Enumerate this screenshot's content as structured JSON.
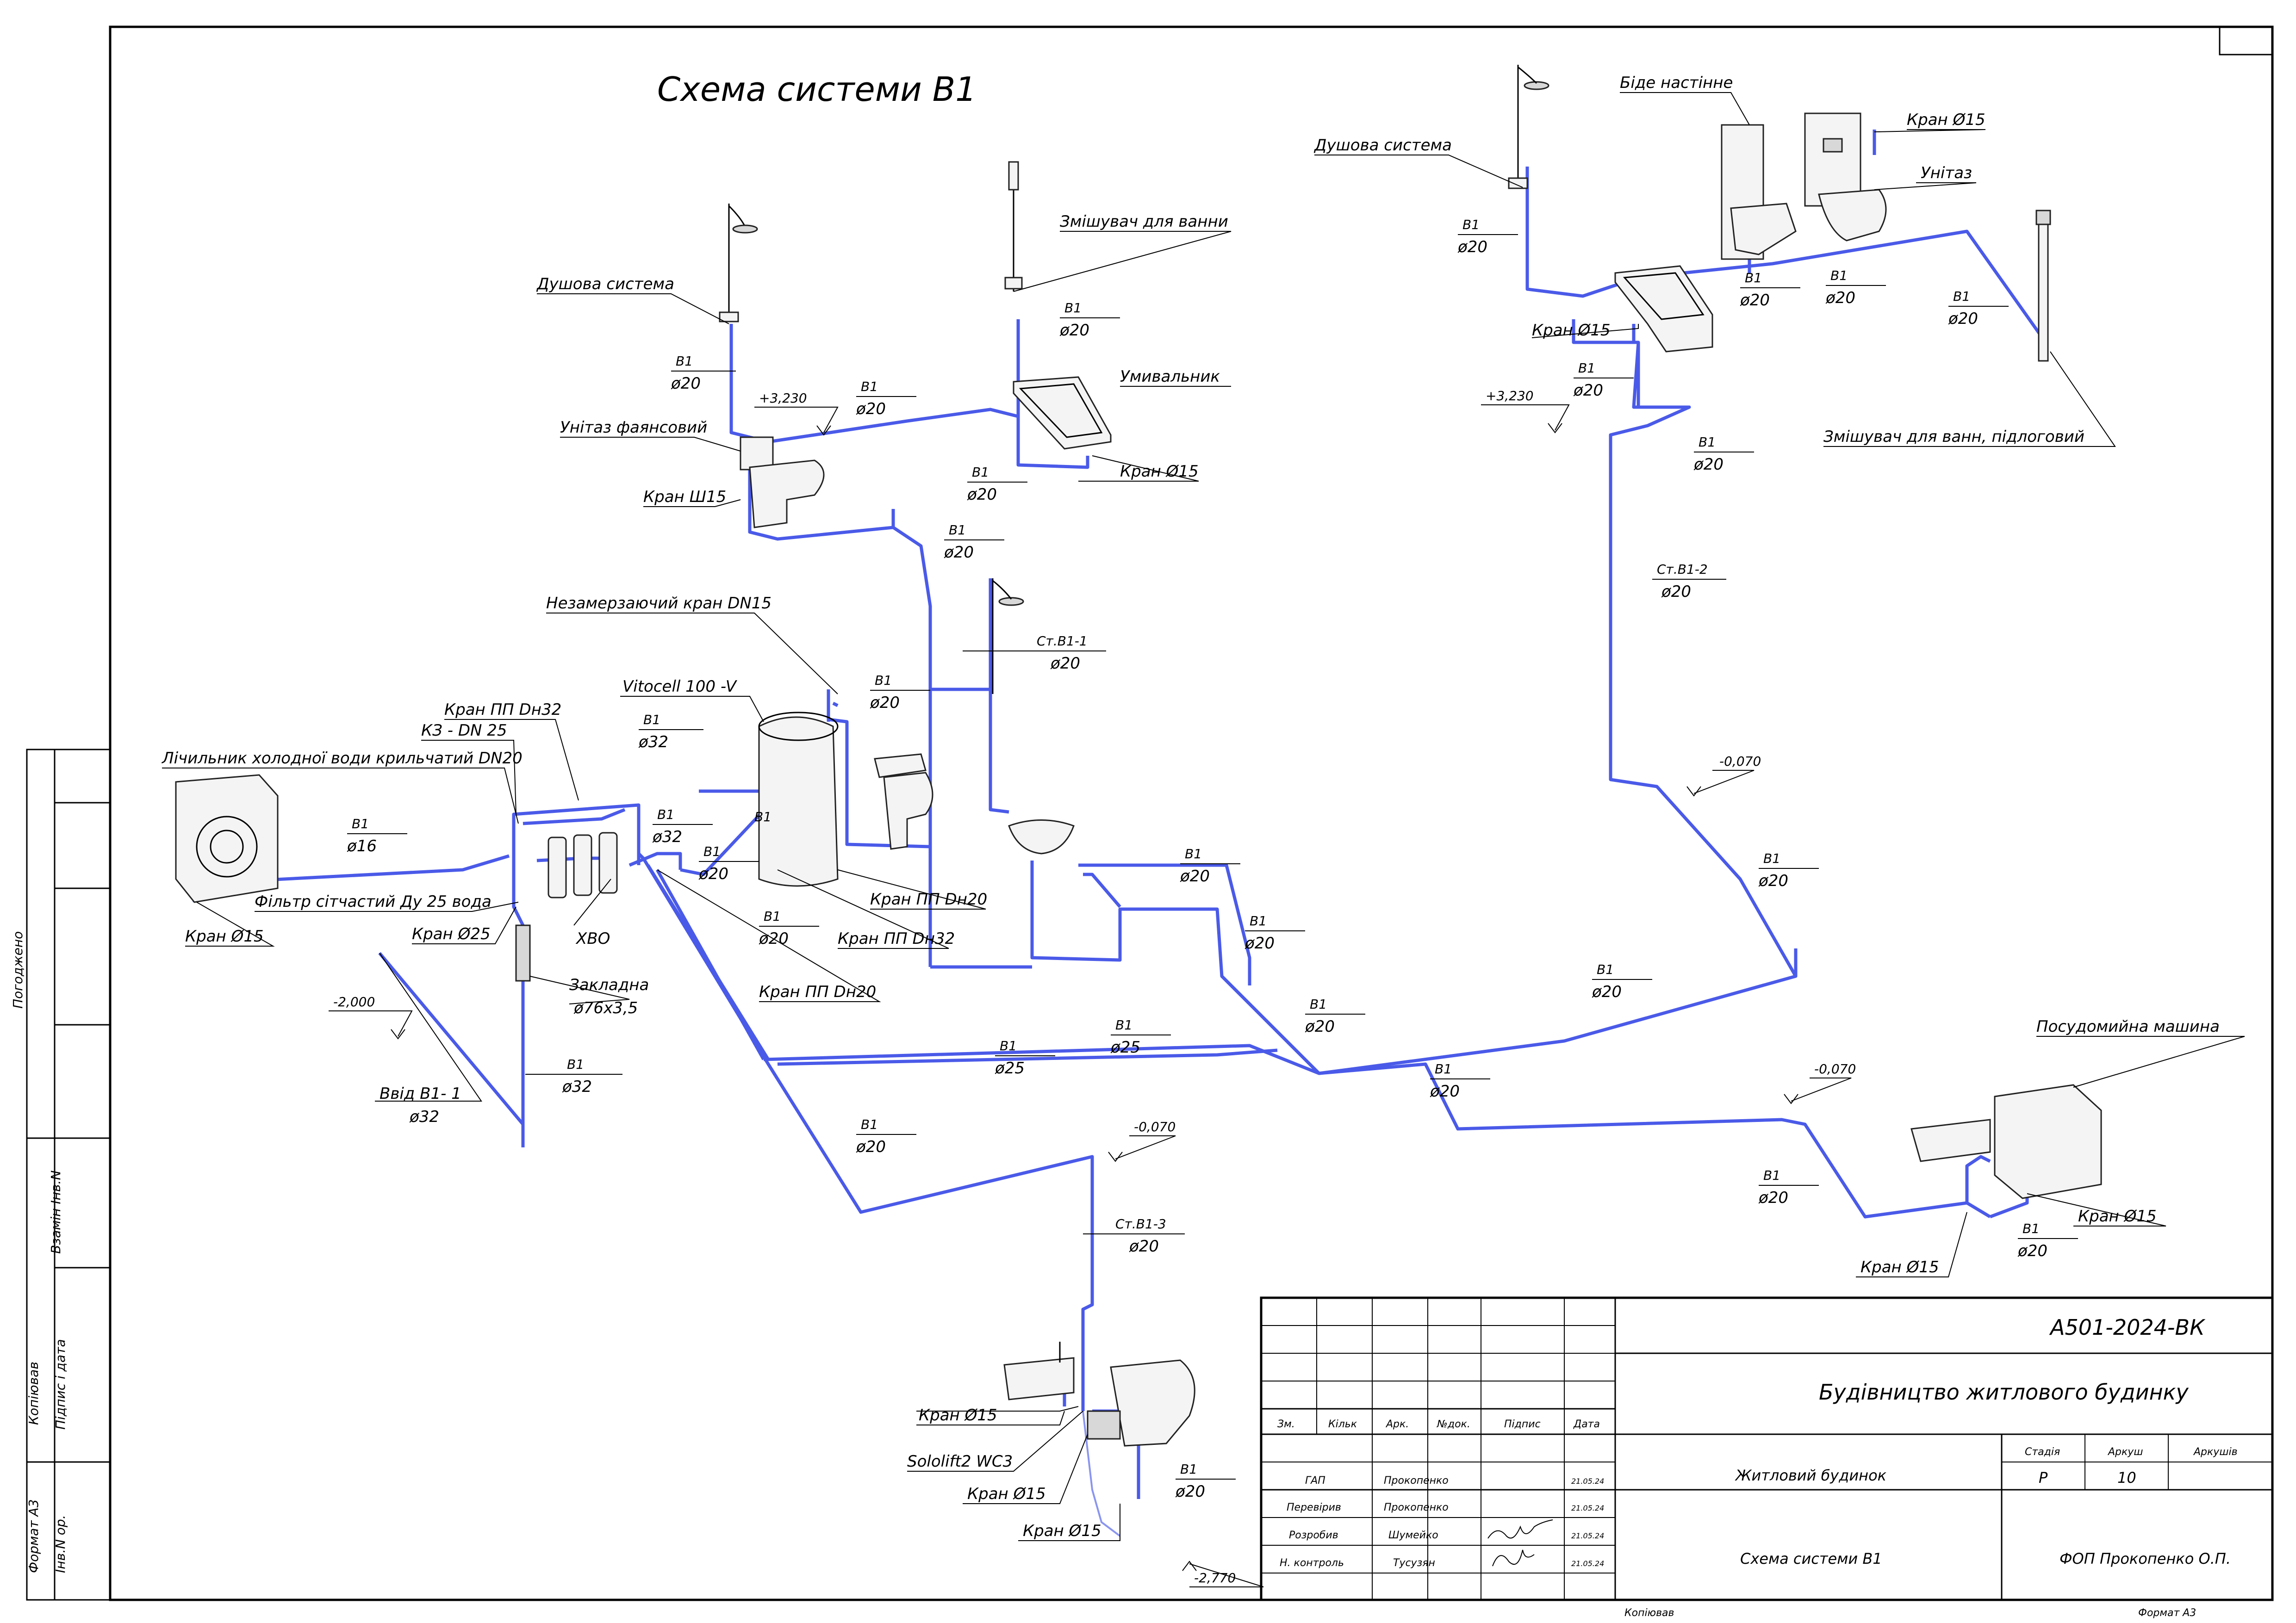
{
  "title": "Схема  системи  В1",
  "labels": {
    "shower_l": "Душова система",
    "mixer_bath": "Змішувач для ванни",
    "toilet_faience": "Унітаз фаянсовий",
    "valve_sh15": "Кран Ш15",
    "sink_l": "Умивальник",
    "valve15_a": "Кран Ø15",
    "shower_r": "Душова система",
    "bidet": "Біде настінне",
    "valve15_b": "Кран Ø15",
    "toilet_r": "Унітаз",
    "valve15_c": "Кран Ø15",
    "mixer_floor": "Змішувач для ванн, підлоговий",
    "antifreeze": "Незамерзаючий кран DN15",
    "vitocell": "Vitocell 100 -V",
    "valve_pp32": "Кран ПП Dн32",
    "ks_dn25": "КЗ - DN 25",
    "meter": "Лічильник холодної води крильчатий DN20",
    "filter": "Фільтр сітчастий Ду 25 вода",
    "valve25": "Кран Ø25",
    "valve15_d": "Кран Ø15",
    "hvo": "ХВО",
    "sleeve_l": "Закладна",
    "sleeve_d": "ø76x3,5",
    "valve_pp20_a": "Кран ПП Dн20",
    "valve_pp32_b": "Кран ПП Dн32",
    "valve_pp20_b": "Кран ПП Dн20",
    "inlet": "Ввід В1- 1",
    "dishwasher": "Посудомийна машина",
    "valve15_e": "Кран Ø15",
    "valve15_f": "Кран Ø15",
    "valve15_g": "Кран Ø15",
    "sololift": "Sololift2 WC3",
    "valve15_h": "Кран Ø15",
    "valve15_i": "Кран Ø15"
  },
  "pipes": [
    {
      "name": "В1",
      "dia": "ø20"
    },
    {
      "name": "В1",
      "dia": "ø20"
    },
    {
      "name": "В1",
      "dia": "ø20"
    },
    {
      "name": "В1",
      "dia": "ø20"
    },
    {
      "name": "В1",
      "dia": "ø20"
    },
    {
      "name": "В1",
      "dia": "ø20"
    },
    {
      "name": "В1",
      "dia": "ø20"
    },
    {
      "name": "В1",
      "dia": "ø20"
    },
    {
      "name": "В1",
      "dia": "ø20"
    },
    {
      "name": "В1",
      "dia": "ø20"
    },
    {
      "name": "В1",
      "dia": "ø20"
    },
    {
      "name": "В1",
      "dia": "ø20"
    },
    {
      "name": "Ст.В1-2",
      "dia": "ø20"
    },
    {
      "name": "Ст.В1-1",
      "dia": "ø20"
    },
    {
      "name": "В1",
      "dia": "ø20"
    },
    {
      "name": "В1",
      "dia": "ø32"
    },
    {
      "name": "В1",
      "dia": "ø32"
    },
    {
      "name": "В1",
      "dia": "ø16"
    },
    {
      "name": "В1",
      "dia": "ø20"
    },
    {
      "name": "В1",
      "dia": "ø20"
    },
    {
      "name": "В1",
      "dia": "ø20"
    },
    {
      "name": "В1",
      "dia": "ø20"
    },
    {
      "name": "В1",
      "dia": "ø20"
    },
    {
      "name": "В1",
      "dia": "ø20"
    },
    {
      "name": "В1",
      "dia": "ø20"
    },
    {
      "name": "В1",
      "dia": "ø25"
    },
    {
      "name": "В1",
      "dia": "ø25"
    },
    {
      "name": "В1",
      "dia": "ø32"
    },
    {
      "name": "В1",
      "dia": "ø32"
    },
    {
      "name": "В1",
      "dia": "ø20"
    },
    {
      "name": "В1",
      "dia": "ø20"
    },
    {
      "name": "В1",
      "dia": "ø20"
    },
    {
      "name": "Ст.В1-3",
      "dia": "ø20"
    },
    {
      "name": "В1",
      "dia": "ø20"
    },
    {
      "name": "В1",
      "dia": "ø20"
    }
  ],
  "elevations": [
    "+3,230",
    "+3,230",
    "-0,070",
    "-2,000",
    "-0,070",
    "-0,070",
    "-2,770"
  ],
  "side_stamp": {
    "agreed": "Погоджено",
    "replace": "Взамін Інв.N",
    "sign_date": "Підпис і дата",
    "inv": "Інв.N ор.",
    "copied": "Копіював",
    "format": "Формат А3"
  },
  "title_block": {
    "code": "А501-2024-ВК",
    "project": "Будівництво житлового будинку",
    "object": "Житловий будинок",
    "sheet_title": "Схема системи В1",
    "company": "ФОП Прокопенко О.П.",
    "col_headers": [
      "Зм.",
      "Кільк",
      "Арк.",
      "№док.",
      "Підпис",
      "Дата"
    ],
    "stage_h": "Стадія",
    "sheet_h": "Аркуш",
    "sheets_h": "Аркушів",
    "stage": "Р",
    "sheet": "10",
    "sheets": "",
    "rows": [
      {
        "role": "ГАП",
        "name": "Прокопенко",
        "date": "21.05.24"
      },
      {
        "role": "Перевірив",
        "name": "Прокопенко",
        "date": "21.05.24"
      },
      {
        "role": "Розробив",
        "name": "Шумейко",
        "date": "21.05.24"
      },
      {
        "role": "Н. контроль",
        "name": "Тусузян",
        "date": "21.05.24"
      }
    ],
    "copied": "Копіював",
    "format": "Формат А3"
  }
}
